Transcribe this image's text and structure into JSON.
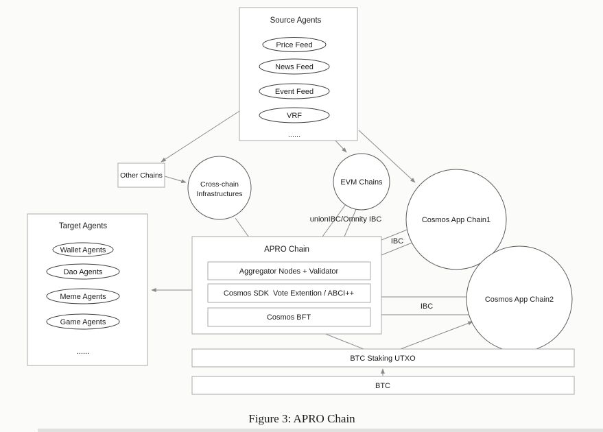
{
  "caption": "Figure 3:  APRO Chain",
  "colors": {
    "background": "#fbfbf9",
    "edge_line": "#8a8a8a",
    "box_border": "#a9a9a9",
    "circle_border": "#5a5a5a",
    "text": "#1a1a1a"
  },
  "diagram": {
    "source_agents": {
      "title": "Source Agents",
      "items": [
        "Price Feed",
        "News Feed",
        "Event Feed",
        "VRF"
      ],
      "more": "......"
    },
    "other_chains": {
      "label": "Other Chains"
    },
    "cross_chain": {
      "line1": "Cross-chain",
      "line2": "Infrastructures"
    },
    "evm_chains": {
      "label": "EVM Chains"
    },
    "cosmos_chain1": {
      "label": "Cosmos App Chain1"
    },
    "cosmos_chain2": {
      "label": "Cosmos App Chain2"
    },
    "target_agents": {
      "title": "Target Agents",
      "items": [
        "Wallet Agents",
        "Dao Agents",
        "Meme Agents",
        "Game Agents"
      ],
      "more": "......"
    },
    "apro_chain": {
      "title": "APRO Chain",
      "layers": [
        "Aggregator Nodes + Validator",
        "Cosmos SDK  Vote Extention / ABCI++",
        "Cosmos BFT"
      ]
    },
    "btc_staking": {
      "label": "BTC Staking UTXO"
    },
    "btc": {
      "label": "BTC"
    },
    "edge_labels": {
      "union_ibc": "unionIBC/Omnity IBC",
      "ibc_chain1": "IBC",
      "ibc_chain2": "IBC"
    }
  }
}
